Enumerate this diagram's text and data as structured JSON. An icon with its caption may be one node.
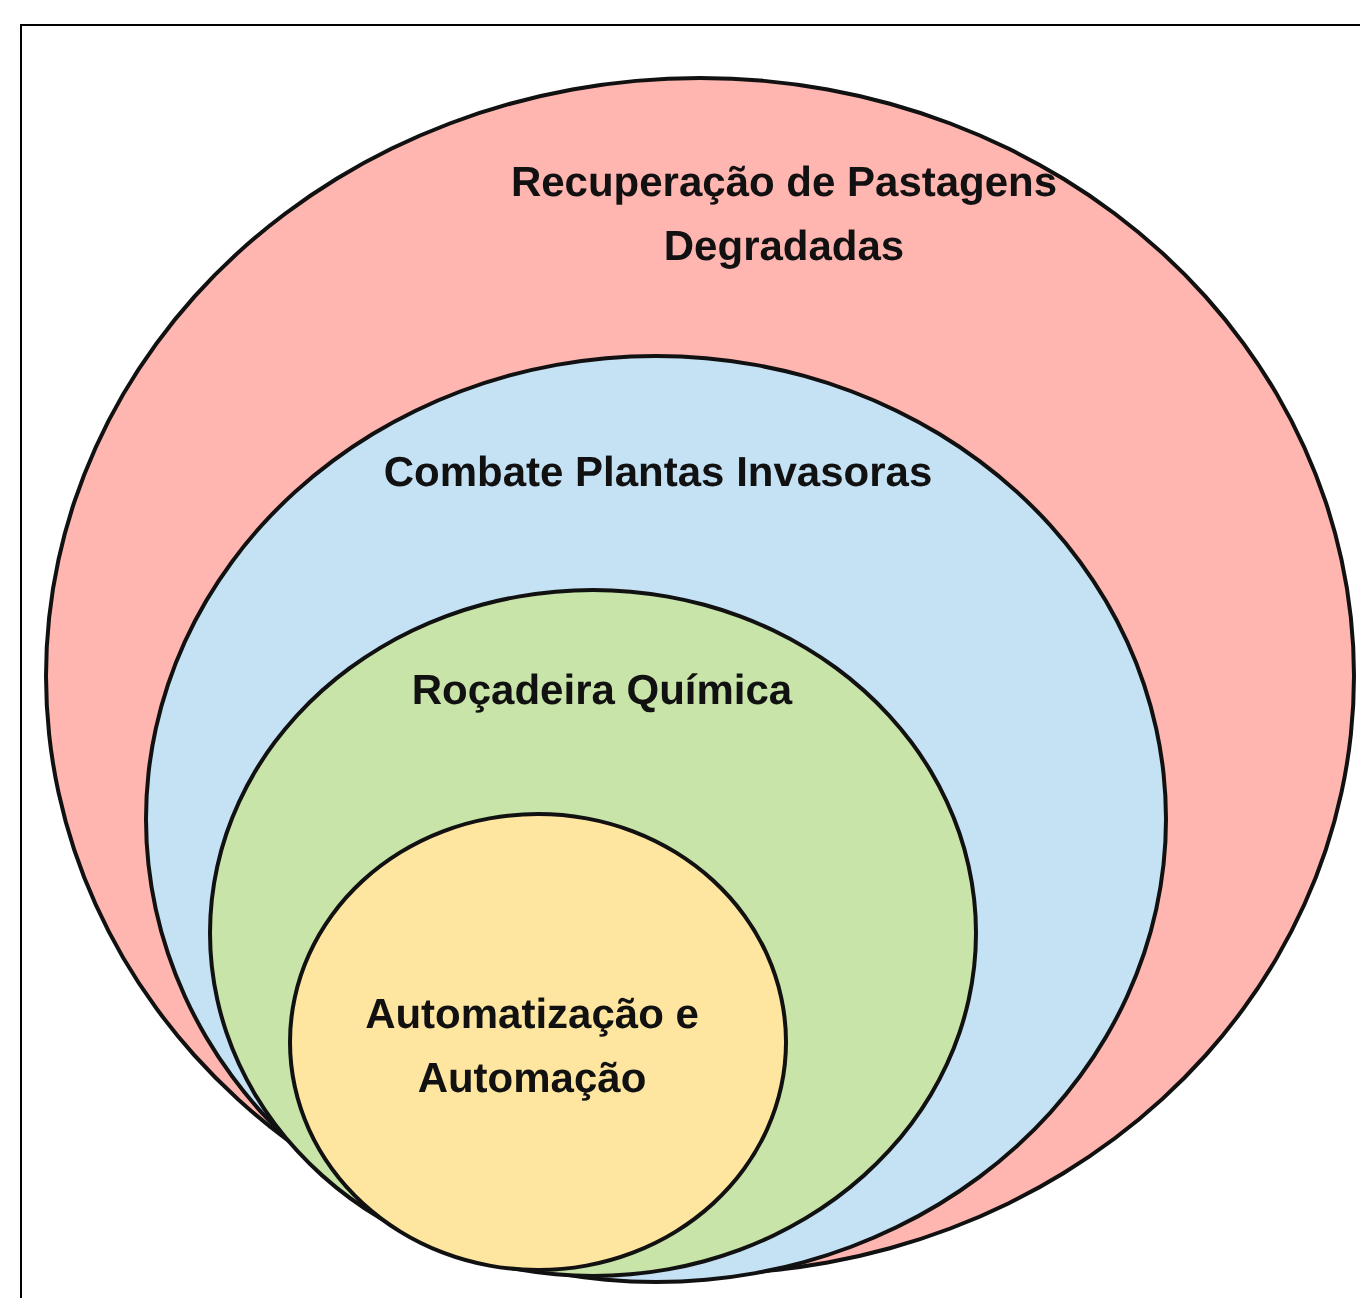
{
  "diagram": {
    "nodes": [
      {
        "text": [
          "Recuperação de Pastagens Degradadas"
        ]
      },
      {
        "text": [
          "Combate Plantas Invasoras"
        ],
        "in": 0
      },
      {
        "text": [
          "Roçadeira Química"
        ],
        "in": 1
      },
      {
        "text": [
          "Automatização e Automação"
        ],
        "in": 2
      }
    ]
  }
}
